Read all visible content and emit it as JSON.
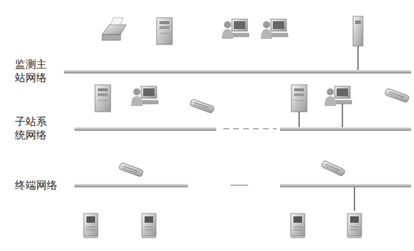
{
  "diagram": {
    "labels": [
      "监测主站网络",
      "子站系统网络",
      "终端网络"
    ]
  }
}
